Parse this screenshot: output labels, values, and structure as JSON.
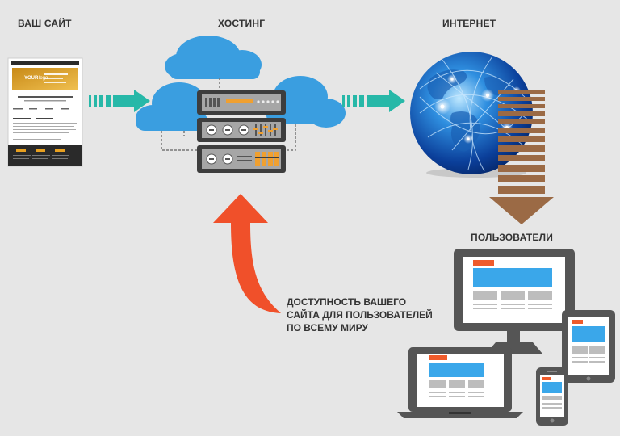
{
  "labels": {
    "your_site": "ВАШ САЙТ",
    "hosting": "ХОСТИНГ",
    "internet": "ИНТЕРНЕТ",
    "users": "ПОЛЬЗОВАТЕЛИ"
  },
  "caption": {
    "line1": "ДОСТУПНОСТЬ ВАШЕГО",
    "line2": "САЙТА ДЛЯ ПОЛЬЗОВАТЕЛЕЙ",
    "line3": "ПО ВСЕМУ МИРУ"
  },
  "mockup": {
    "logo": "YOUR",
    "logo_suffix": "logo"
  },
  "colors": {
    "cloud": "#3a9ee0",
    "arrow_teal": "#27b8a8",
    "arrow_red": "#f0502a",
    "arrow_brown": "#9b6a45",
    "device_dark": "#555555",
    "screen_blue": "#3aa7ea",
    "accent_orange": "#ef5b2b",
    "server_grey": "#9a9a9a",
    "server_orange": "#f0a030"
  }
}
